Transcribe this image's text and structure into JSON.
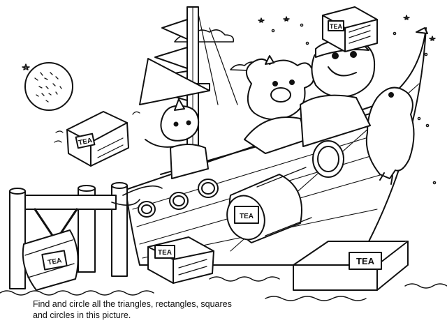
{
  "page": {
    "instructions_line1": "Find and circle all the triangles, rectangles, squares",
    "instructions_line2": "and circles in this picture."
  },
  "labels": {
    "crate_tea": "TEA",
    "barrel_tea": "TEA"
  },
  "colors": {
    "ink": "#111111",
    "paper": "#ffffff"
  }
}
